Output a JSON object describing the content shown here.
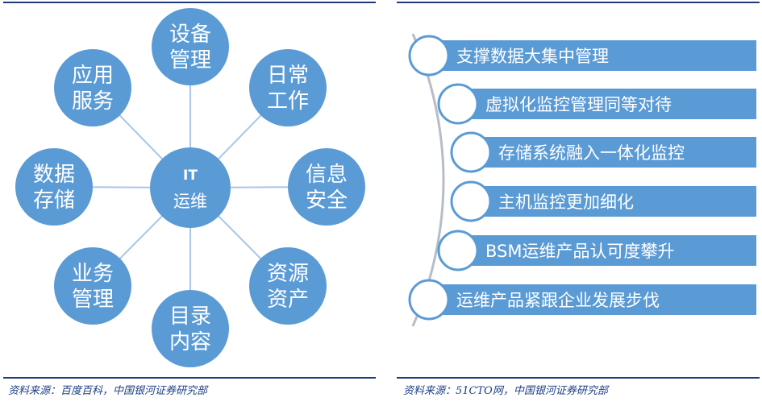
{
  "left": {
    "center": {
      "lines": [
        "IT",
        "运维"
      ]
    },
    "nodes": [
      {
        "id": "shebei",
        "lines": [
          "设备",
          "管理"
        ]
      },
      {
        "id": "richang",
        "lines": [
          "日常",
          "工作"
        ]
      },
      {
        "id": "xinxi",
        "lines": [
          "信息",
          "安全"
        ]
      },
      {
        "id": "ziyuan",
        "lines": [
          "资源",
          "资产"
        ]
      },
      {
        "id": "mulu",
        "lines": [
          "目录",
          "内容"
        ]
      },
      {
        "id": "yewu",
        "lines": [
          "业务",
          "管理"
        ]
      },
      {
        "id": "shuju",
        "lines": [
          "数据",
          "存储"
        ]
      },
      {
        "id": "yingyong",
        "lines": [
          "应用",
          "服务"
        ]
      }
    ],
    "source": "资料来源：百度百科，中国银河证券研究部"
  },
  "right": {
    "items": [
      "支撑数据大集中管理",
      "虚拟化监控管理同等对待",
      "存储系统融入一体化监控",
      "主机监控更加细化",
      "BSM运维产品认可度攀升",
      "运维产品紧跟企业发展步伐"
    ],
    "source": "资料来源：51CTO网，中国银河证券研究部"
  },
  "colors": {
    "node": "#5b9bd5",
    "connector": "#a9c6e6",
    "rule": "#1f3a7a",
    "bar": "#5b9bd5"
  }
}
